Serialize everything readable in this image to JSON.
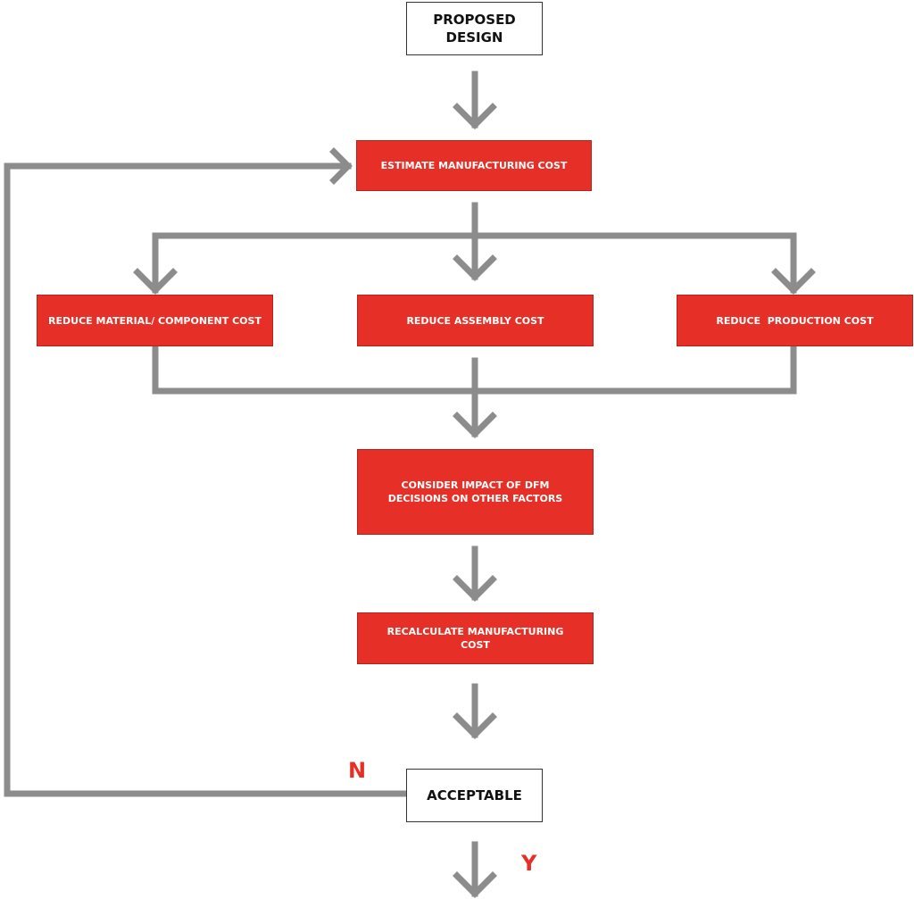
{
  "colors": {
    "accent_red": "#e63027",
    "connector_gray": "#8c8c8c",
    "box_border": "#333333"
  },
  "nodes": {
    "proposed_design": "PROPOSED\nDESIGN",
    "estimate_cost": "ESTIMATE MANUFACTURING COST",
    "reduce_material": "REDUCE MATERIAL/ COMPONENT COST",
    "reduce_assembly": "REDUCE ASSEMBLY COST",
    "reduce_production": "REDUCE  PRODUCTION COST",
    "consider_impact": "CONSIDER IMPACT OF DFM\nDECISIONS ON OTHER FACTORS",
    "recalculate_cost": "RECALCULATE MANUFACTURING\nCOST",
    "acceptable": "ACCEPTABLE"
  },
  "labels": {
    "no": "N",
    "yes": "Y"
  }
}
